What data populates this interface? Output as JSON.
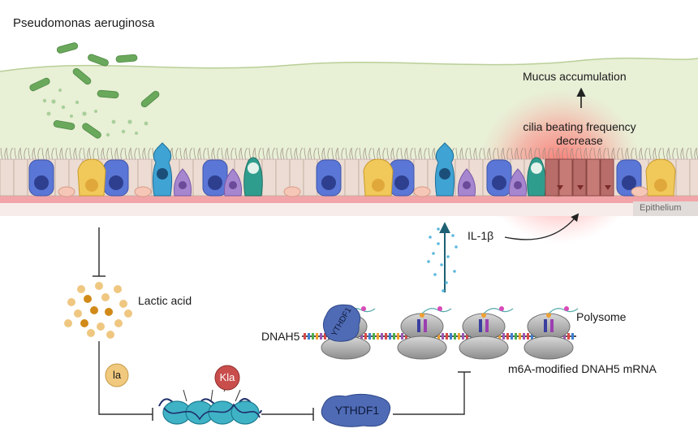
{
  "labels": {
    "bacteria": "Pseudomonas aeruginosa",
    "mucus": "Mucus accumulation",
    "cilia_line1": "cilia beating frequency",
    "cilia_line2": "decrease",
    "epithelium": "Epithelium",
    "il1b": "IL-1β",
    "lactic_acid": "Lactic acid",
    "polysome": "Polysome",
    "dnah5": "DNAH5",
    "mrna": "m6A-modified DNAH5 mRNA",
    "la": "la",
    "kla": "Kla",
    "ythdf1_free": "YTHDF1",
    "ythdf1_bound": "YTHDF1"
  },
  "colors": {
    "mucus": "#e6efd2",
    "epithelium_base": "#f2a5a8",
    "ciliated_cell": "#eddcd3",
    "goblet_cell": "#f1c95a",
    "club_cell": "#5a76d6",
    "ionocyte": "#3fa3d4",
    "tuft_cell": "#a586cf",
    "inflamed_cell": "#b96d6a",
    "bacteria": "#6aa85c",
    "lactic_acid_dark": "#d18a18",
    "lactic_acid_light": "#efc781",
    "nucleosome": "#3fb2c6",
    "ythdf1": "#4f6bb5",
    "kla_badge": "#c94e4b",
    "la_badge": "#f1c97e",
    "ribosome": "#8c8c8c",
    "inflammation_glow": "#ff5a5a"
  }
}
